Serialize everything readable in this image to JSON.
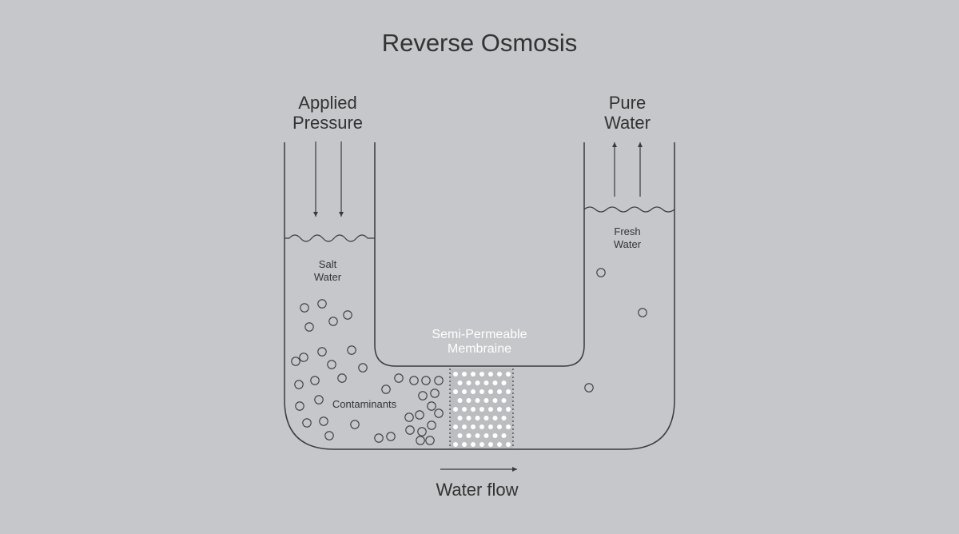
{
  "title": "Reverse Osmosis",
  "labels": {
    "applied_pressure": "Applied\nPressure",
    "pure_water": "Pure\nWater",
    "salt_water": "Salt\nWater",
    "fresh_water": "Fresh\nWater",
    "contaminants": "Contaminants",
    "membrane": "Semi-Permeable\nMembraine",
    "water_flow": "Water flow"
  },
  "colors": {
    "background": "#c5c7ca",
    "line": "#3a3a3a",
    "membrane_fill": "#bbbdc0",
    "membrane_pores": "#ffffff"
  }
}
